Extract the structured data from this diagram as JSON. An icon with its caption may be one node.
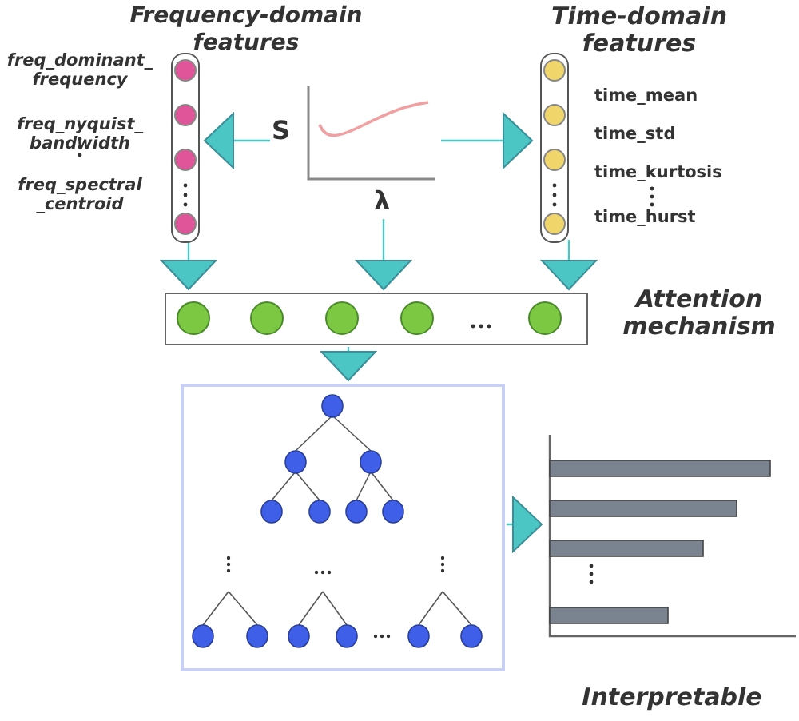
{
  "diagram": {
    "nodes": [
      {
        "text": [
          "Frequency-domain features",
          "freq_dominant_ frequency",
          "freq_nyquist_ bandwidth",
          "freq_spectral _centroid"
        ]
      },
      {
        "text": [
          "S",
          "λ"
        ]
      },
      {
        "text": [
          "Time-domain features",
          "time_mean",
          "time_std",
          "time_kurtosis",
          "time_hurst"
        ]
      },
      {
        "text": [
          "Attention mechanism"
        ]
      },
      {
        "text": [],
        "shape": "box"
      },
      {
        "text": [
          "Interpretable"
        ]
      }
    ],
    "edges": [
      {
        "from": 1,
        "to": 0,
        "arrow": "to"
      },
      {
        "from": 1,
        "to": 2,
        "arrow": "to"
      },
      {
        "from": 0,
        "to": 3,
        "arrow": "to"
      },
      {
        "from": 1,
        "to": 3,
        "arrow": "to"
      },
      {
        "from": 2,
        "to": 3,
        "arrow": "to"
      },
      {
        "from": 3,
        "to": 4,
        "arrow": "to"
      },
      {
        "from": 4,
        "to": 5,
        "arrow": "to"
      }
    ]
  }
}
